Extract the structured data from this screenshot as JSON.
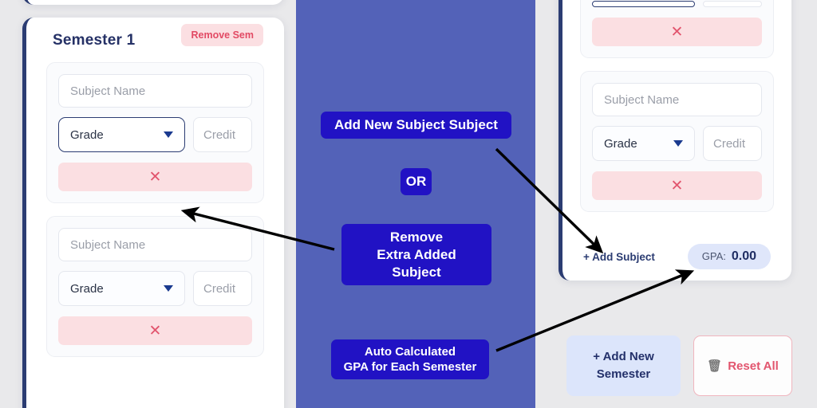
{
  "app": {
    "accent_navy": "#2b3c72",
    "band_blue": "#5362b8",
    "callout_blue": "#2112c4",
    "danger_pink_bg": "#fbdfe2",
    "danger_red": "#e2556e",
    "gpa_pill_bg": "#dfe6fa"
  },
  "left_panel": {
    "title": "Semester 1",
    "remove_sem_label": "Remove Sem",
    "subjects": [
      {
        "subject_placeholder": "Subject Name",
        "grade_label": "Grade",
        "credit_placeholder": "Credit",
        "delete_icon": "close-x",
        "grade_focused": true
      },
      {
        "subject_placeholder": "Subject Name",
        "grade_label": "Grade",
        "credit_placeholder": "Credit",
        "delete_icon": "close-x",
        "grade_focused": false
      }
    ]
  },
  "middle_band": {
    "callouts": [
      {
        "text": "Add New Subject Subject"
      },
      {
        "text": "OR"
      },
      {
        "text": "Remove\nExtra Added Subject"
      },
      {
        "text": "Auto Calculated\nGPA for Each Semester"
      }
    ]
  },
  "right_panel": {
    "cut_subject": {
      "delete_icon": "close-x"
    },
    "subjects": [
      {
        "subject_placeholder": "Subject Name",
        "grade_label": "Grade",
        "credit_placeholder": "Credit",
        "delete_icon": "close-x"
      }
    ],
    "add_subject_label": "+ Add Subject",
    "gpa_label": "GPA:",
    "gpa_value": "0.00",
    "add_new_semester_label": "+ Add New\nSemester",
    "reset_all_label": "Reset All",
    "reset_icon": "trash-icon"
  }
}
